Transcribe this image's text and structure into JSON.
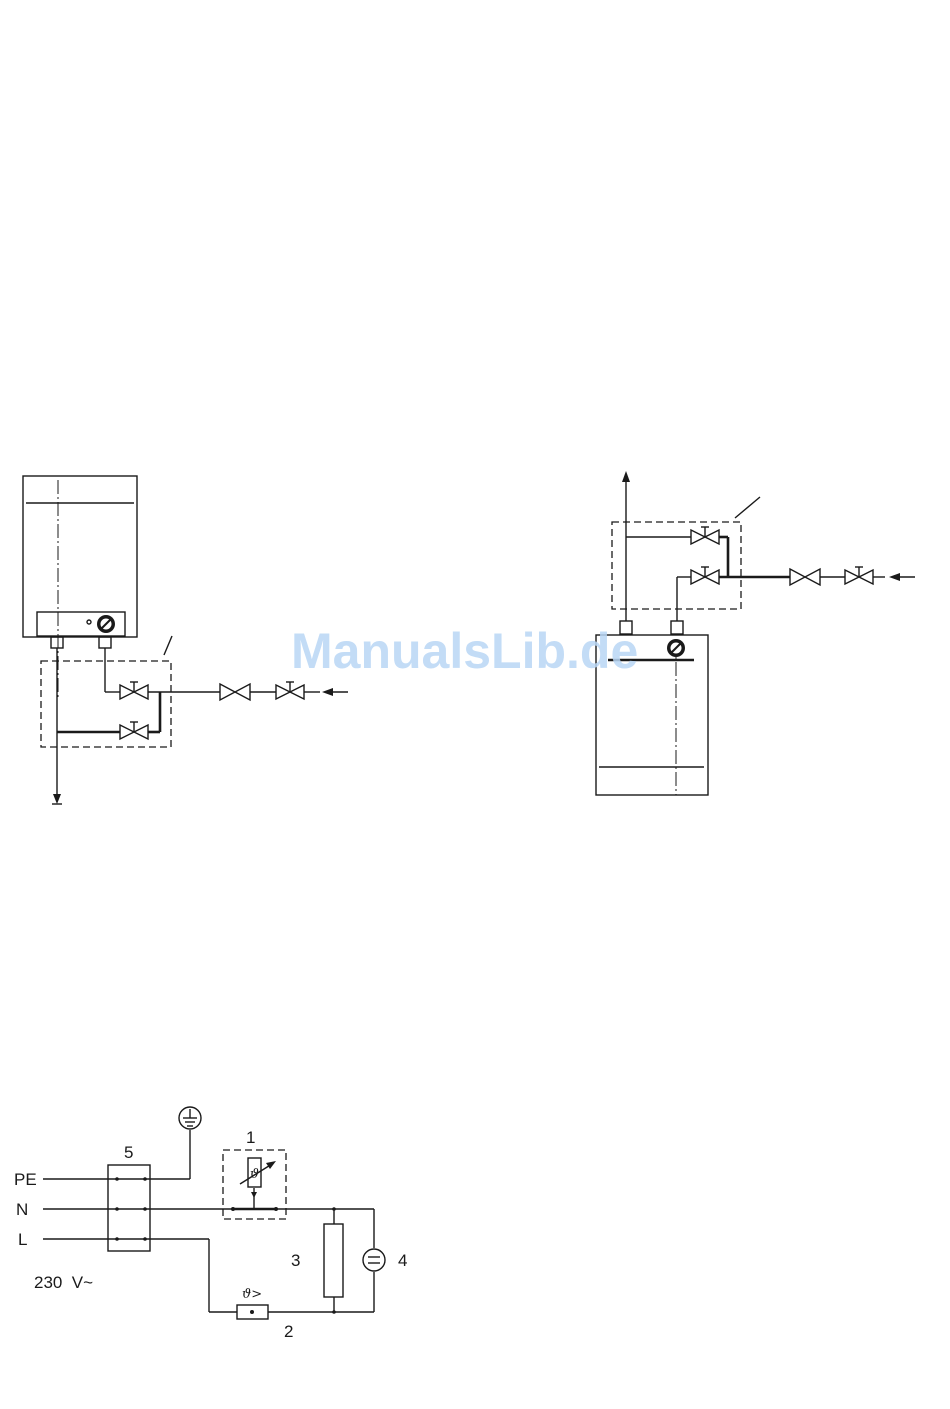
{
  "watermark": "ManualsLib.de",
  "wiring": {
    "terminal_pe": "PE",
    "terminal_n": "N",
    "terminal_l": "L",
    "voltage": "230  V~",
    "item_1": "1",
    "item_2": "2",
    "item_3": "3",
    "item_4": "4",
    "item_5": "5",
    "limiter_symbol": "ϑ>"
  },
  "icons": {
    "ground": "ground-icon",
    "valve": "valve-icon",
    "check_valve": "check-valve-icon",
    "thermostat": "thermostat-icon",
    "knob": "control-knob-icon"
  }
}
